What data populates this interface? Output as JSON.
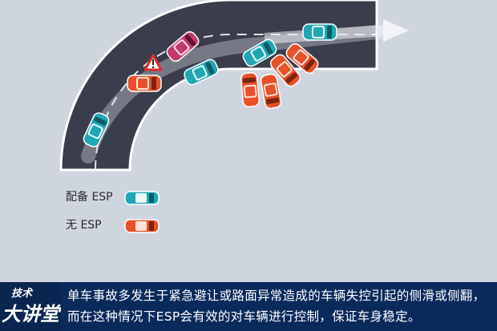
{
  "legend": {
    "with_esp_label": "配备 ESP",
    "without_esp_label": "无  ESP"
  },
  "caption": {
    "text": "单车事故多发生于紧急避让或路面异常造成的车辆失控引起的侧滑或侧翻，而在这种情况下ESP会有效的对车辆进行控制，保证车身稳定。"
  },
  "logo": {
    "top_text": "技术",
    "main_text": "大讲堂"
  },
  "colors": {
    "background": "#cfd5df",
    "road": "#3a3d4c",
    "lane_line": "#ffffff",
    "path_highlight": "#e8ecf2",
    "car_with_esp": "#1fa7b4",
    "car_without_esp": "#e8502a",
    "car_pink": "#c23a6b",
    "warning_sign": "#d8302a",
    "caption_bar": "#0b2a5c"
  },
  "icons": {
    "warning": "warning-triangle-icon",
    "arrow": "direction-arrow-icon"
  }
}
